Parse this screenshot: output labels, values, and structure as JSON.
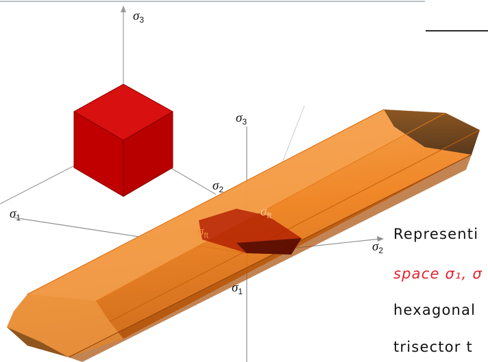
{
  "figure1": {
    "axis_sigma3": {
      "symbol": "σ",
      "sub": "3"
    },
    "axis_sigma1": {
      "symbol": "σ",
      "sub": "1"
    },
    "axis_sigma2": {
      "symbol": "σ",
      "sub": "2"
    },
    "cube_color": "#cc0000"
  },
  "figure2": {
    "axis_sigma3": {
      "symbol": "σ",
      "sub": "3"
    },
    "axis_sigma1": {
      "symbol": "σ",
      "sub": "1"
    },
    "axis_sigma2": {
      "symbol": "σ",
      "sub": "2"
    },
    "label_ft_a": {
      "symbol": "σ",
      "sub": "ft"
    },
    "label_ft_b": {
      "symbol": "σ",
      "sub": "ft"
    },
    "prism_color": "#f08a24",
    "hexagon_color": "#b01a00"
  },
  "text_panel": {
    "line1": "Representi",
    "line2": "space σ₁, σ",
    "line3": "hexagonal",
    "line4": "trisector t"
  }
}
